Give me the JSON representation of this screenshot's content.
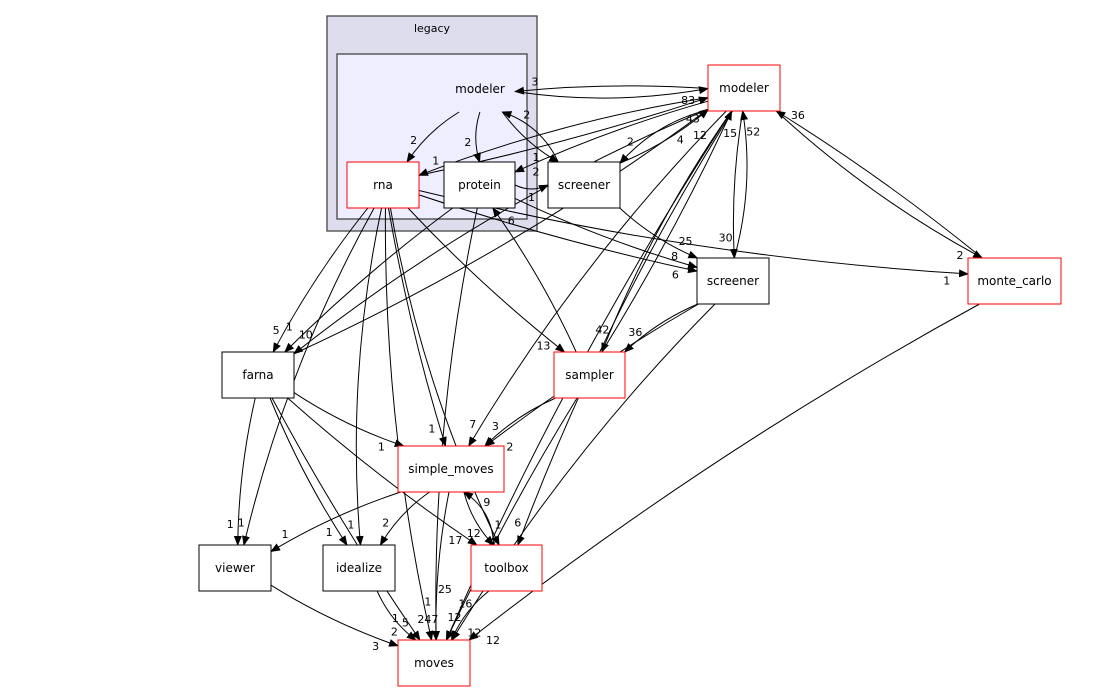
{
  "colors": {
    "outer_cluster_fill": "#ddddee",
    "inner_cluster_fill": "#eeeeff",
    "red_border": "#ff0000",
    "black_border": "#000000"
  },
  "clusters": [
    {
      "id": "legacy",
      "label": "legacy"
    },
    {
      "id": "legacy_modeler",
      "label": "modeler"
    }
  ],
  "nodes": [
    {
      "id": "rna",
      "label": "rna",
      "border": "red"
    },
    {
      "id": "protein",
      "label": "protein",
      "border": "black"
    },
    {
      "id": "screener_legacy",
      "label": "screener",
      "border": "black"
    },
    {
      "id": "modeler",
      "label": "modeler",
      "border": "red"
    },
    {
      "id": "screener",
      "label": "screener",
      "border": "black"
    },
    {
      "id": "monte_carlo",
      "label": "monte_carlo",
      "border": "red"
    },
    {
      "id": "farna",
      "label": "farna",
      "border": "black"
    },
    {
      "id": "sampler",
      "label": "sampler",
      "border": "red"
    },
    {
      "id": "simple_moves",
      "label": "simple_moves",
      "border": "red"
    },
    {
      "id": "viewer",
      "label": "viewer",
      "border": "black"
    },
    {
      "id": "idealize",
      "label": "idealize",
      "border": "black"
    },
    {
      "id": "toolbox",
      "label": "toolbox",
      "border": "red"
    },
    {
      "id": "moves",
      "label": "moves",
      "border": "red"
    }
  ],
  "edges": [
    {
      "from": "legacy_modeler",
      "to": "rna",
      "label": "2"
    },
    {
      "from": "legacy_modeler",
      "to": "protein",
      "label": "2"
    },
    {
      "from": "legacy_modeler",
      "to": "screener_legacy",
      "label": "1"
    },
    {
      "from": "screener_legacy",
      "to": "legacy_modeler",
      "label": "2"
    },
    {
      "from": "modeler",
      "to": "legacy_modeler",
      "label": "3"
    },
    {
      "from": "legacy_modeler",
      "to": "modeler",
      "label": "83"
    },
    {
      "from": "rna",
      "to": "modeler",
      "label": "43"
    },
    {
      "from": "modeler",
      "to": "rna",
      "label": "1"
    },
    {
      "from": "modeler",
      "to": "protein",
      "label": "2"
    },
    {
      "from": "protein",
      "to": "screener_legacy",
      "label": "1"
    },
    {
      "from": "screener_legacy",
      "to": "modeler",
      "label": "12"
    },
    {
      "from": "modeler",
      "to": "screener_legacy",
      "label": "2"
    },
    {
      "from": "screener_legacy",
      "to": "screener",
      "label": "8"
    },
    {
      "from": "rna",
      "to": "screener",
      "label": "6"
    },
    {
      "from": "protein",
      "to": "screener",
      "label": "25"
    },
    {
      "from": "rna",
      "to": "monte_carlo",
      "label": "1"
    },
    {
      "from": "modeler",
      "to": "screener",
      "label": "30"
    },
    {
      "from": "screener",
      "to": "modeler",
      "label": "52"
    },
    {
      "from": "monte_carlo",
      "to": "modeler",
      "label": "36"
    },
    {
      "from": "modeler",
      "to": "monte_carlo",
      "label": "2"
    },
    {
      "from": "farna",
      "to": "modeler",
      "label": "4"
    },
    {
      "from": "rna",
      "to": "farna",
      "label": "5"
    },
    {
      "from": "modeler",
      "to": "farna",
      "label": "10"
    },
    {
      "from": "protein",
      "to": "farna",
      "label": "1"
    },
    {
      "from": "sampler",
      "to": "modeler",
      "label": "15"
    },
    {
      "from": "modeler",
      "to": "sampler",
      "label": "42"
    },
    {
      "from": "screener",
      "to": "sampler",
      "label": "36"
    },
    {
      "from": "rna",
      "to": "sampler",
      "label": "13"
    },
    {
      "from": "sampler",
      "to": "protein",
      "label": "6"
    },
    {
      "from": "rna",
      "to": "simple_moves",
      "label": "1"
    },
    {
      "from": "farna",
      "to": "simple_moves",
      "label": "1"
    },
    {
      "from": "sampler",
      "to": "simple_moves",
      "label": "3"
    },
    {
      "from": "screener",
      "to": "simple_moves",
      "label": "2"
    },
    {
      "from": "modeler",
      "to": "simple_moves",
      "label": "7"
    },
    {
      "from": "farna",
      "to": "viewer",
      "label": "1"
    },
    {
      "from": "rna",
      "to": "viewer",
      "label": "1"
    },
    {
      "from": "simple_moves",
      "to": "viewer",
      "label": "1"
    },
    {
      "from": "farna",
      "to": "idealize",
      "label": "1"
    },
    {
      "from": "rna",
      "to": "idealize",
      "label": "1"
    },
    {
      "from": "simple_moves",
      "to": "idealize",
      "label": "2"
    },
    {
      "from": "simple_moves",
      "to": "toolbox",
      "label": "12"
    },
    {
      "from": "toolbox",
      "to": "simple_moves",
      "label": "9"
    },
    {
      "from": "farna",
      "to": "toolbox",
      "label": "17"
    },
    {
      "from": "rna",
      "to": "toolbox",
      "label": "1"
    },
    {
      "from": "modeler",
      "to": "toolbox",
      "label": "6"
    },
    {
      "from": "viewer",
      "to": "moves",
      "label": "3"
    },
    {
      "from": "idealize",
      "to": "moves",
      "label": "2"
    },
    {
      "from": "simple_moves",
      "to": "moves",
      "label": "247"
    },
    {
      "from": "toolbox",
      "to": "moves",
      "label": "12"
    },
    {
      "from": "farna",
      "to": "moves",
      "label": "1"
    },
    {
      "from": "rna",
      "to": "moves",
      "label": "5"
    },
    {
      "from": "protein",
      "to": "moves",
      "label": "1"
    },
    {
      "from": "sampler",
      "to": "moves",
      "label": "12"
    },
    {
      "from": "screener",
      "to": "moves",
      "label": "16"
    },
    {
      "from": "modeler",
      "to": "moves",
      "label": "25"
    },
    {
      "from": "monte_carlo",
      "to": "moves",
      "label": "12"
    }
  ]
}
